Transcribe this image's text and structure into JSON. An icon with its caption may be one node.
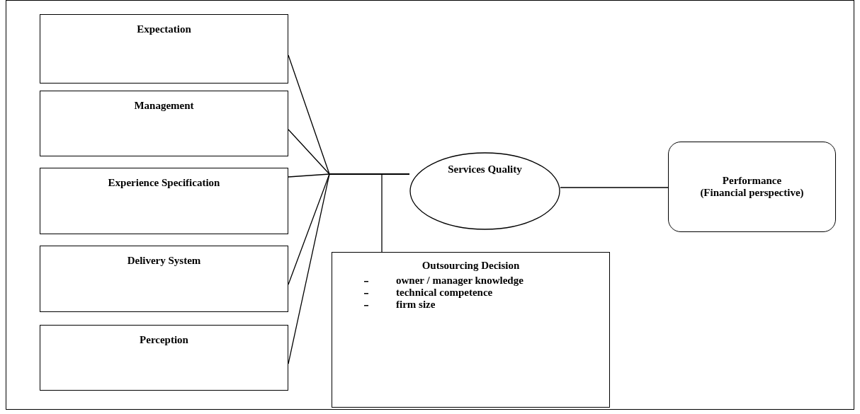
{
  "diagram": {
    "nodes": [
      {
        "text": [
          "Expectation"
        ]
      },
      {
        "text": [
          "Management"
        ]
      },
      {
        "text": [
          "Experience Specification"
        ]
      },
      {
        "text": [
          "Delivery System"
        ]
      },
      {
        "text": [
          "Perception"
        ]
      },
      {
        "text": [
          "Services Quality"
        ]
      },
      {
        "text": [
          "Outsourcing Decision",
          "owner / manager knowledge",
          "technical competence",
          "firm size"
        ]
      },
      {
        "text": [
          "Performance (Financial perspective)"
        ]
      }
    ],
    "edges": [
      {
        "from": 0,
        "to": 5,
        "arrow": "none"
      },
      {
        "from": 1,
        "to": 5,
        "arrow": "none"
      },
      {
        "from": 2,
        "to": 5,
        "arrow": "none"
      },
      {
        "from": 3,
        "to": 5,
        "arrow": "none"
      },
      {
        "from": 4,
        "to": 5,
        "arrow": "none"
      },
      {
        "from": 6,
        "to": 5,
        "arrow": "none"
      },
      {
        "from": 5,
        "to": 7,
        "arrow": "none"
      }
    ]
  }
}
